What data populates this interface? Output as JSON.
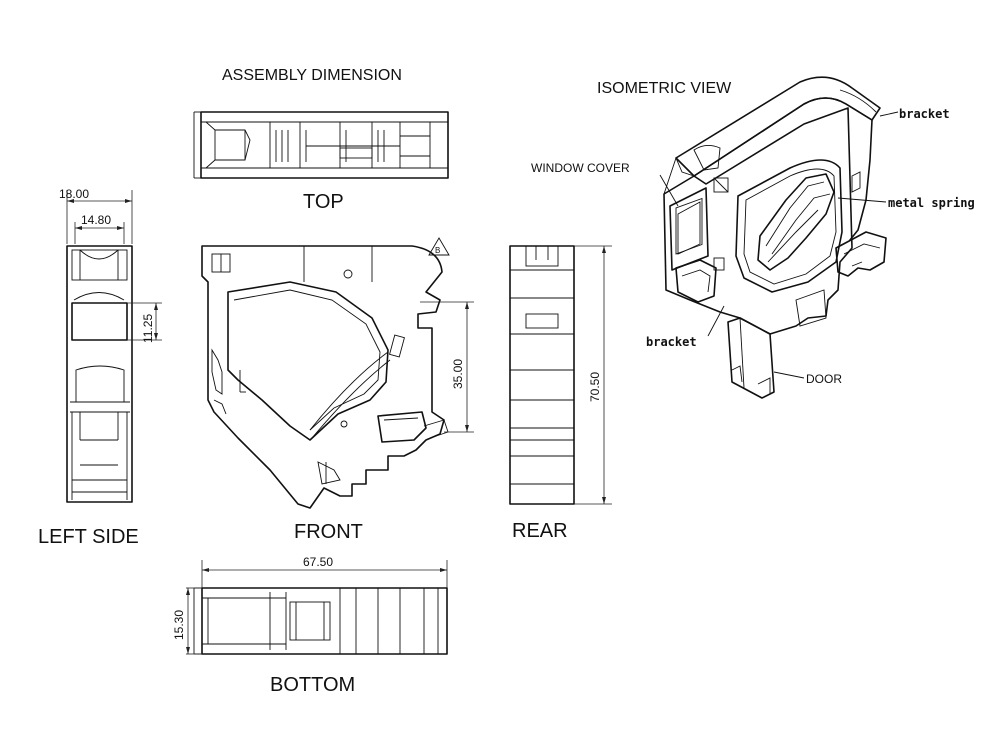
{
  "titles": {
    "assembly": "ASSEMBLY DIMENSION",
    "isometric": "ISOMETRIC VIEW"
  },
  "views": {
    "top": "TOP",
    "left_side": "LEFT SIDE",
    "front": "FRONT",
    "rear": "REAR",
    "bottom": "BOTTOM"
  },
  "dimensions": {
    "w_18": "18.00",
    "w_14_8": "14.80",
    "h_11_25": "11.25",
    "h_35": "35.00",
    "h_70_5": "70.50",
    "w_67_5": "67.50",
    "h_15_3": "15.30"
  },
  "callouts": {
    "bracket_top": "bracket",
    "window_cover": "WINDOW COVER",
    "metal_spring": "metal spring",
    "bracket_bottom": "bracket",
    "door": "DOOR"
  },
  "markers": {
    "revision": "B"
  }
}
